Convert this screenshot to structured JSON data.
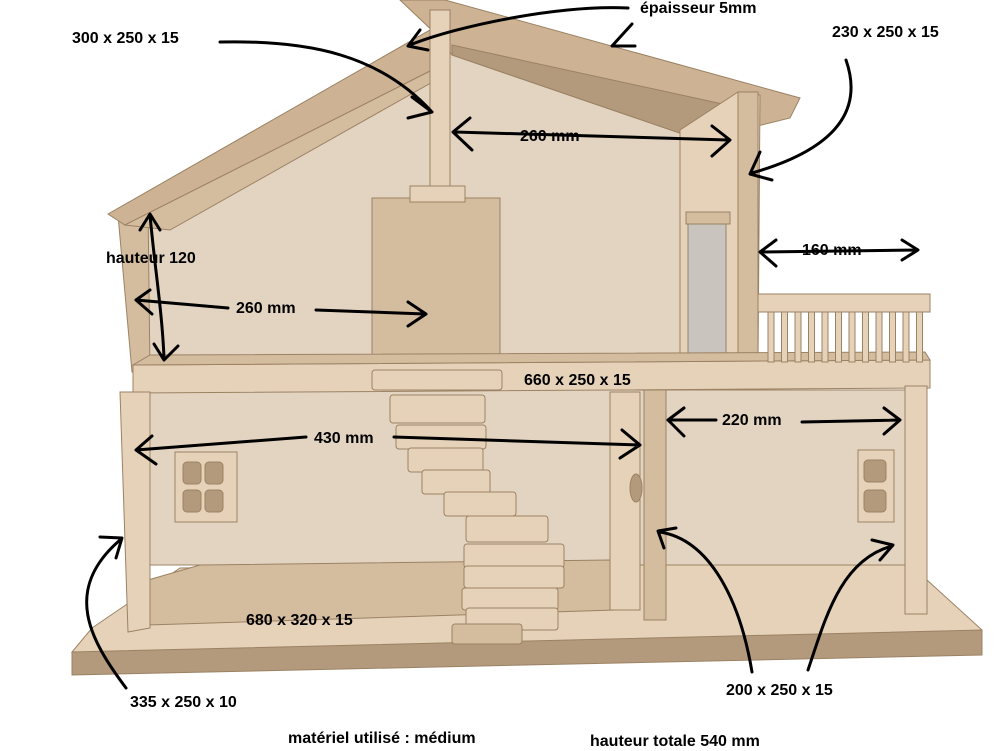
{
  "colors": {
    "background": "#ffffff",
    "wood_light": "#e6d2b9",
    "wood_mid": "#d4bc9e",
    "wood_dark": "#b39a7c",
    "wall_back": "#e3d4c2",
    "wood_edge": "#9c8264",
    "roof_top": "#cdb394",
    "annotation": "#000000"
  },
  "labels": {
    "roof_top_panel": "300 x 250 x 15",
    "roof_thickness": "épaisseur 5mm",
    "roof_right_panel": "230 x 250 x 15",
    "upper_span": "260 mm",
    "balcony_depth": "160 mm",
    "upper_height": "hauteur 120",
    "upper_left_width": "260 mm",
    "floor_panel": "660 x 250 x 15",
    "lower_left_width": "430 mm",
    "lower_right_width": "220 mm",
    "base_panel": "680 x 320 x 15",
    "side_wall": "335 x 250 x 10",
    "partition": "200 x 250 x 15",
    "material": "matériel utilisé : médium",
    "total_height": "hauteur totale 540 mm"
  }
}
